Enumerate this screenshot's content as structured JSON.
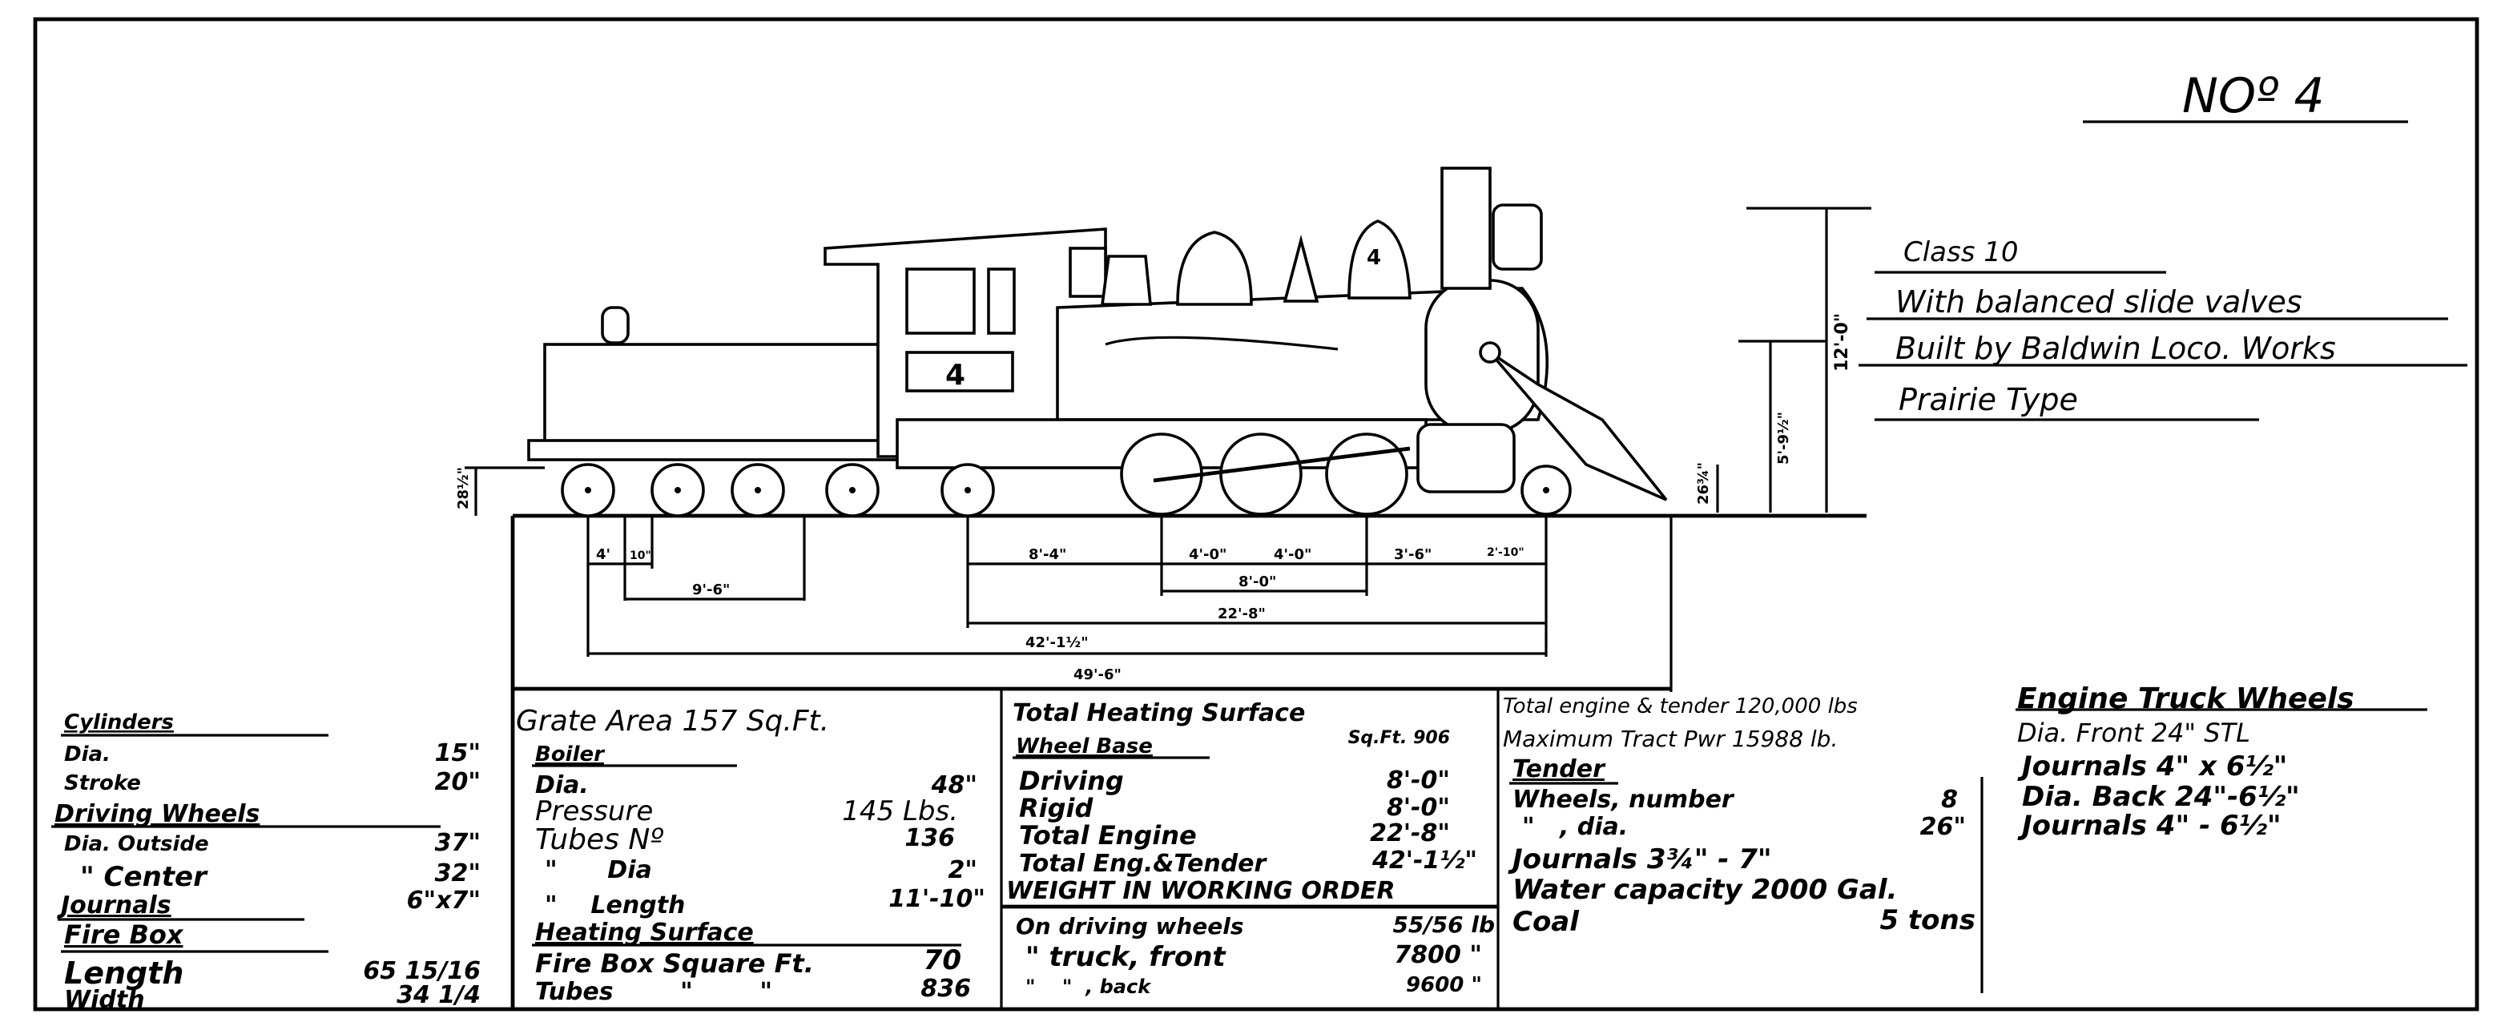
{
  "header": {
    "number": "NOº 4",
    "class": "Class 10",
    "valves": "With balanced slide valves",
    "builder": "Built by Baldwin Loco. Works",
    "type": "Prairie Type"
  },
  "drawing": {
    "cab_number": "4",
    "dome_number": "4",
    "heights": {
      "overall": "12'-0\"",
      "boiler_center": "5'-9½\"",
      "pilot": "26¾\"",
      "tender_deck": "28½\""
    },
    "dimensions": {
      "tender_a": "4'",
      "tender_b": "10\"",
      "tender_c": "9'-6\"",
      "d1": "8'-4\"",
      "d2": "4'-0\"",
      "d3": "4'-0\"",
      "d4": "3'-6\"",
      "d5": "2'-10\"",
      "driving": "8'-0\"",
      "engine": "22'-8\"",
      "eng_tender": "42'-1½\"",
      "overall": "49'-6\""
    }
  },
  "specs": {
    "col1": {
      "cylinders": "Cylinders",
      "dia_label": "Dia.",
      "dia": "15\"",
      "stroke_label": "Stroke",
      "stroke": "20\"",
      "driving_wheels": "Driving Wheels",
      "outside_label": "Dia. Outside",
      "outside": "37\"",
      "center_label": "\" Center",
      "center": "32\"",
      "journals_label": "Journals",
      "journals": "6\"x7\"",
      "firebox": "Fire Box",
      "length_label": "Length",
      "length": "65 15/16",
      "width_label": "Width",
      "width": "34 1/4"
    },
    "col2": {
      "grate": "Grate Area 157 Sq.Ft.",
      "boiler": "Boiler",
      "dia_label": "Dia.",
      "dia": "48\"",
      "pressure_label": "Pressure",
      "pressure": "145 Lbs.",
      "tubes_label": "Tubes Nº",
      "tubes": "136",
      "tdia_label": "\"      Dia",
      "tdia": "2\"",
      "tlen_label": "\"    Length",
      "tlen": "11'-10\"",
      "heating": "Heating Surface",
      "firebox_label": "Fire Box Square Ft.",
      "firebox": "70",
      "tubes_hs_label": "Tubes        \"        \"",
      "tubes_hs": "836"
    },
    "col3": {
      "total_heating": "Total Heating Surface",
      "sqft": "Sq.Ft. 906",
      "wheel_base": "Wheel Base",
      "driving_label": "Driving",
      "driving": "8'-0\"",
      "rigid_label": "Rigid",
      "rigid": "8'-0\"",
      "engine_label": "Total Engine",
      "engine": "22'-8\"",
      "eng_tender_label": "Total Eng.&Tender",
      "eng_tender": "42'-1½\"",
      "weight": "WEIGHT IN WORKING ORDER",
      "on_driving_label": "On driving wheels",
      "on_driving": "55/56 lb",
      "front_label": "\" truck, front",
      "front": "7800 \"",
      "back_label": "\"    \"  , back",
      "back": "9600 \""
    },
    "col4": {
      "total": "Total engine & tender 120,000 lbs",
      "tractive": "Maximum Tract Pwr 15988 lb.",
      "tender": "Tender",
      "wheels_label": "Wheels, number",
      "wheels": "8",
      "wdia_label": "\"   , dia.",
      "wdia": "26\"",
      "journals": "Journals 3¾\" - 7\"",
      "water": "Water capacity 2000 Gal.",
      "coal_label": "Coal",
      "coal": "5 tons"
    },
    "col5": {
      "title": "Engine Truck Wheels",
      "front": "Dia. Front 24\" STL",
      "journals1": "Journals 4\" x 6½\"",
      "back": "Dia. Back 24\"-6½\"",
      "journals2": "Journals 4\" - 6½\""
    }
  }
}
